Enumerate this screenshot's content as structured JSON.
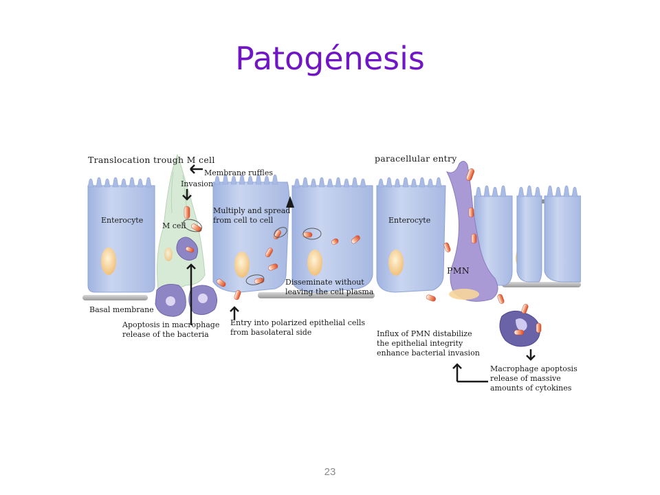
{
  "slide": {
    "title": "Patogénesis",
    "number": "23"
  },
  "figure": {
    "labels": {
      "translocation": "Translocation trough M cell",
      "membrane_ruffles": "Membrane ruffles",
      "invasion": "Invasion",
      "enterocyte_left": "Enterocyte",
      "m_cell": "M cell",
      "multiply_line1": "Multiply and spread",
      "multiply_line2": "from cell to cell",
      "paracellular": "paracellular entry",
      "enterocyte_right": "Enterocyte",
      "pmn": "PMN",
      "disseminate_line1": "Disseminate without",
      "disseminate_line2": "leaving the cell plasma",
      "basal_membrane": "Basal membrane",
      "apoptosis_line1": "Apoptosis in macrophage",
      "apoptosis_line2": "release of the bacteria",
      "entry_line1": "Entry into polarized epithelial cells",
      "entry_line2": "from basolateral side",
      "influx_line1": "Influx of PMN distabilize",
      "influx_line2": "the epithelial integrity",
      "influx_line3": "enhance bacterial invasion",
      "macrophage_line1": "Macrophage apoptosis",
      "macrophage_line2": "release of massive",
      "macrophage_line3": "amounts of cytokines"
    },
    "colors": {
      "title": "#7016c6",
      "cell_fill": "#b9c8ea",
      "cell_edge": "#8ea3d4",
      "nucleus": "#f7d59a",
      "m_cell": "#d7ead6",
      "pmn": "#a99ad6",
      "macrophage": "#8e86c4",
      "bacterium": "#e8623a",
      "basal_membrane": "#b7b7b7"
    }
  }
}
